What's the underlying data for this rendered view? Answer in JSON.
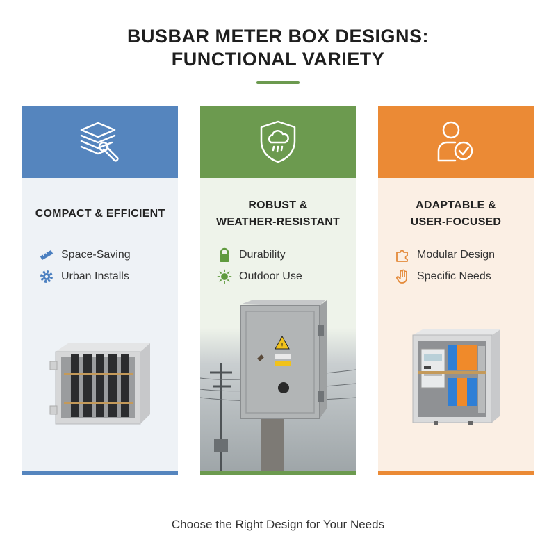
{
  "page": {
    "title_line1": "BUSBAR METER BOX DESIGNS:",
    "title_line2": "FUNCTIONAL VARIETY",
    "footer": "Choose the Right Design for Your Needs"
  },
  "colors": {
    "blue": "#5585be",
    "green": "#6c9a4f",
    "orange": "#eb8a35",
    "rule": "#6c9a4f"
  },
  "columns": [
    {
      "header_icon": "layers-wrench-icon",
      "title_line1": "COMPACT & EFFICIENT",
      "title_line2": "",
      "features": [
        {
          "icon": "ruler-icon",
          "label": "Space-Saving"
        },
        {
          "icon": "gear-icon",
          "label": "Urban Installs"
        }
      ]
    },
    {
      "header_icon": "shield-cloud-rain-icon",
      "title_line1": "ROBUST &",
      "title_line2": "WEATHER-RESISTANT",
      "features": [
        {
          "icon": "lock-icon",
          "label": "Durability"
        },
        {
          "icon": "sun-icon",
          "label": "Outdoor Use"
        }
      ]
    },
    {
      "header_icon": "user-check-icon",
      "title_line1": "ADAPTABLE &",
      "title_line2": "USER-FOCUSED",
      "features": [
        {
          "icon": "puzzle-icon",
          "label": "Modular Design"
        },
        {
          "icon": "hand-icon",
          "label": "Specific Needs"
        }
      ]
    }
  ]
}
